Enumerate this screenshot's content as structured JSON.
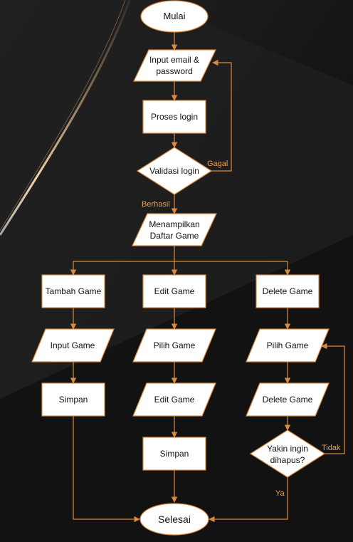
{
  "nodes": {
    "start": "Mulai",
    "input_login": [
      "Input email &",
      "password"
    ],
    "process_login": "Proses login",
    "validate_login": "Validasi login",
    "show_list": [
      "Menampilkan",
      "Daftar Game"
    ],
    "add_game": "Tambah Game",
    "edit_game": "Edit Game",
    "delete_game": "Delete Game",
    "input_game": "Input Game",
    "pick_game_edit": "Pilih Game",
    "pick_game_delete": "Pilih Game",
    "save_add": "Simpan",
    "edit_game_io": "Edit Game",
    "delete_game_io": "Delete Game",
    "save_edit": "Simpan",
    "confirm_delete": [
      "Yakin ingin",
      "dihapus?"
    ],
    "end": "Selesai"
  },
  "edge_labels": {
    "failed": "Gagal",
    "success": "Berhasil",
    "no": "Tidak",
    "yes": "Ya"
  },
  "colors": {
    "stroke": "#d98a3d",
    "node_fill": "#ffffff",
    "label": "#e6a15a",
    "text": "#111111"
  }
}
